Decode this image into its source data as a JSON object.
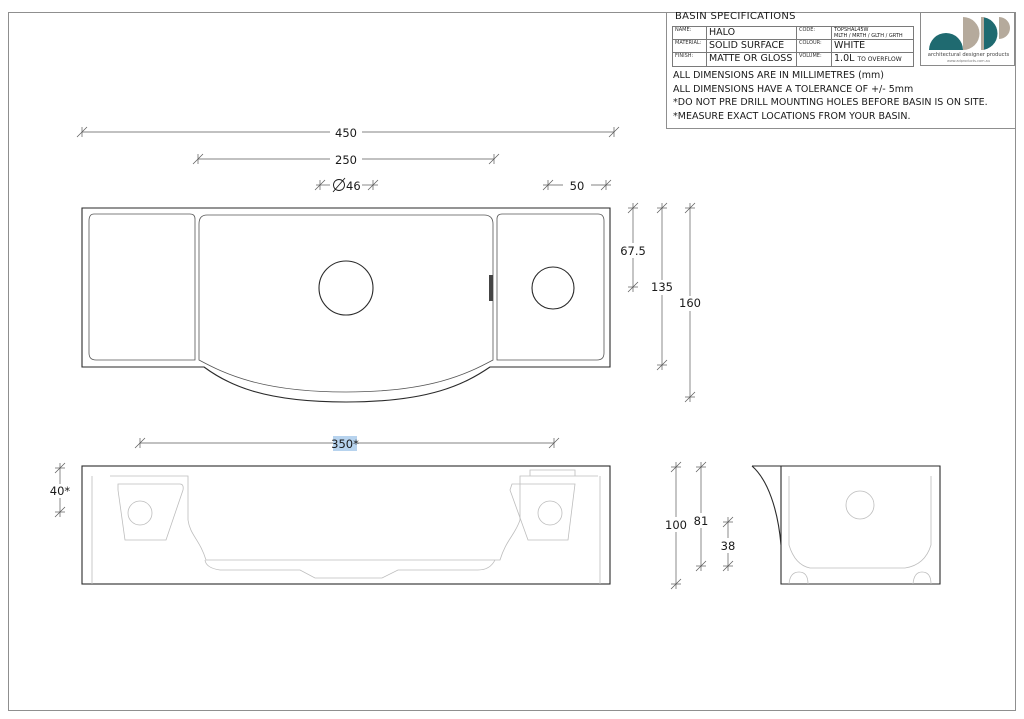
{
  "spec": {
    "title": "BASIN  SPECIFICATIONS",
    "name_key": "NAME:",
    "name_value": "HALO",
    "code_key": "CODE:",
    "code_value": "TOPSHAL45W",
    "code_variants": "MLTH / MRTH / GLTH / GRTH",
    "material_key": "MATERIAL:",
    "material_value": "SOLID SURFACE",
    "colour_key": "COLOUR:",
    "colour_value": "WHITE",
    "finish_key": "FINISH:",
    "finish_value": "MATTE OR GLOSS",
    "volume_key": "VOLUME:",
    "volume_value": "1.0L",
    "volume_suffix": "TO OVERFLOW"
  },
  "notes": [
    "ALL DIMENSIONS ARE IN MILLIMETRES (mm)",
    "ALL DIMENSIONS HAVE A TOLERANCE OF +/- 5mm",
    "*DO NOT PRE DRILL MOUNTING HOLES BEFORE BASIN IS ON SITE.",
    "*MEASURE EXACT LOCATIONS FROM YOUR BASIN."
  ],
  "logo": {
    "text": "architectural designer products",
    "url": "www.adproducts.com.au",
    "colors": {
      "teal": "#1f6a70",
      "taupe": "#b5aa9c"
    }
  },
  "dimensions": {
    "overall_width": "450",
    "bowl_width": "250",
    "waste_diameter": "46",
    "tap_hole_offset": "50",
    "tap_hole_depth": "67.5",
    "bowl_depth": "135",
    "overall_depth": "160",
    "mounting_span": "350*",
    "mounting_height": "40*",
    "overall_height": "100",
    "bowl_height": "81",
    "overflow_height": "38"
  },
  "colors": {
    "line": "#2a2a2a",
    "hidden": "#bdbdbd",
    "selection": "#b7d3ee"
  }
}
